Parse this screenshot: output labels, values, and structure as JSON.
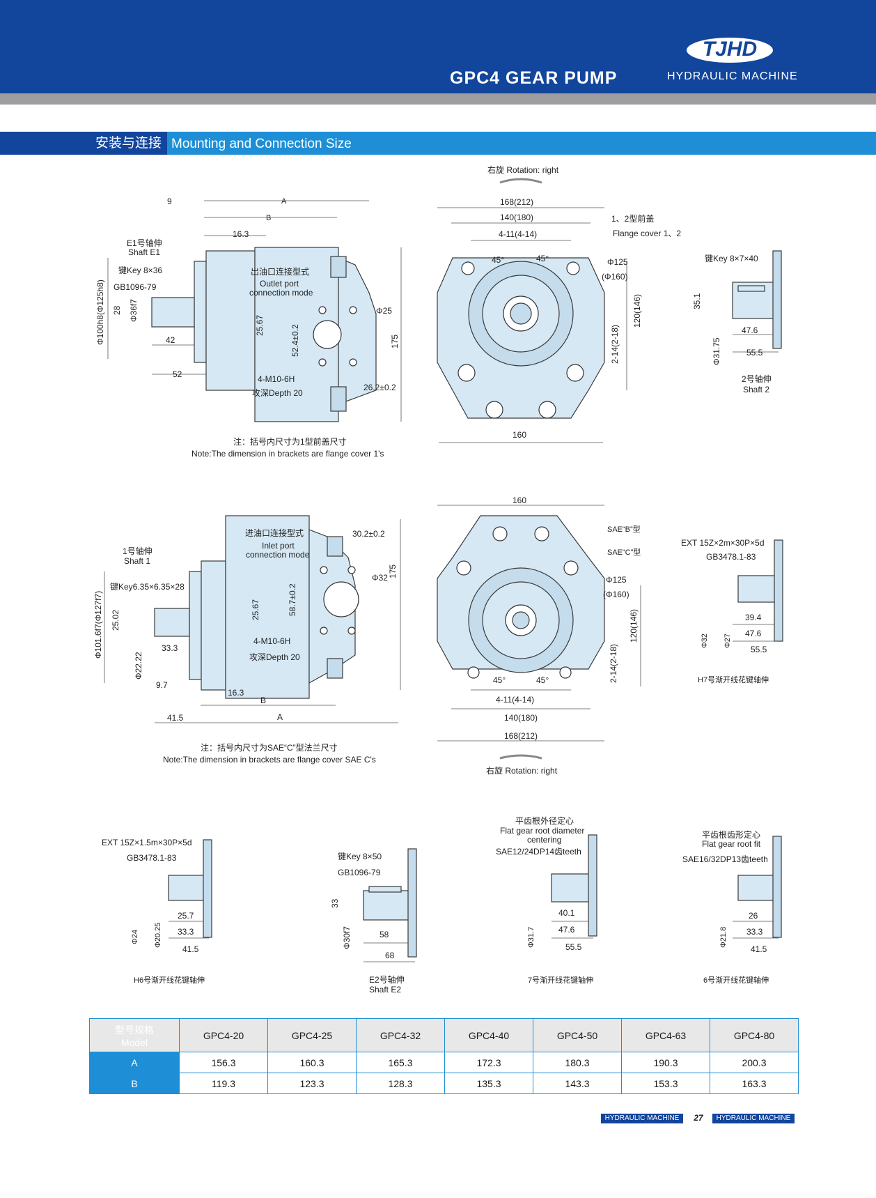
{
  "header": {
    "title": "GPC4 GEAR PUMP",
    "logo_text": "TJHD",
    "logo_subtitle": "HYDRAULIC MACHINE"
  },
  "section": {
    "title_cn": "安装与连接",
    "title_en": "Mounting and Connection Size"
  },
  "drawing1": {
    "labels": [
      "9",
      "A",
      "B",
      "16.3",
      "E1号轴伸",
      "Shaft E1",
      "键Key 8×36",
      "GB1096-79",
      "Φ100h8(Φ125h8)",
      "28",
      "Φ36f7",
      "42",
      "52",
      "出油口连接型式",
      "Outlet port",
      "connection mode",
      "25.67",
      "52.4±0.2",
      "Φ25",
      "175",
      "4-M10-6H",
      "攻深Depth 20",
      "26.2±0.2"
    ],
    "note_cn": "注：括号内尺寸为1型前盖尺寸",
    "note_en": "Note:The dimension in brackets are flange cover 1's"
  },
  "drawing2": {
    "labels": [
      "右旋  Rotation: right",
      "168(212)",
      "140(180)",
      "4-11(4-14)",
      "1、2型前盖",
      "Flange cover 1、2",
      "45°",
      "45°",
      "Φ125",
      "(Φ160)",
      "120(146)",
      "2-14(2-18)",
      "160"
    ]
  },
  "shaft2": {
    "labels": [
      "键Key 8×7×40",
      "35.1",
      "Φ31.75",
      "47.6",
      "55.5",
      "2号轴伸",
      "Shaft 2"
    ]
  },
  "drawing3": {
    "labels": [
      "1号轴伸",
      "Shaft 1",
      "键Key6.35×6.35×28",
      "Φ101.6f7(Φ127f7)",
      "25.02",
      "Φ22.22",
      "33.3",
      "9.7",
      "16.3",
      "B",
      "41.5",
      "A",
      "进油口连接型式",
      "Inlet port",
      "connection mode",
      "30.2±0.2",
      "Φ32",
      "25.67",
      "58.7±0.2",
      "175",
      "4-M10-6H",
      "攻深Depth 20"
    ],
    "note_cn": "注：括号内尺寸为SAE“C”型法兰尺寸",
    "note_en": "Note:The dimension in brackets are flange cover SAE C's"
  },
  "drawing4": {
    "labels": [
      "160",
      "SAE“B”型",
      "SAE“C”型",
      "Φ125",
      "(Φ160)",
      "120(146)",
      "2-14(2-18)",
      "45°",
      "45°",
      "4-11(4-14)",
      "140(180)",
      "168(212)",
      "右旋  Rotation: right"
    ]
  },
  "shaftH7": {
    "labels": [
      "EXT  15Z×2m×30P×5d",
      "GB3478.1-83",
      "Φ32",
      "Φ27",
      "39.4",
      "47.6",
      "55.5",
      "H7号渐开线花键轴伸"
    ]
  },
  "shaftH6": {
    "labels": [
      "EXT  15Z×1.5m×30P×5d",
      "GB3478.1-83",
      "Φ24",
      "Φ20.25",
      "25.7",
      "33.3",
      "41.5",
      "H6号渐开线花键轴伸"
    ]
  },
  "shaftE2": {
    "labels": [
      "键Key 8×50",
      "GB1096-79",
      "33",
      "Φ30f7",
      "58",
      "68",
      "E2号轴伸",
      "Shaft E2"
    ]
  },
  "shaft7": {
    "labels": [
      "平齿根外径定心",
      "Flat gear root diameter",
      "centering",
      "SAE12/24DP14齿teeth",
      "Φ31.7",
      "40.1",
      "47.6",
      "55.5",
      "7号渐开线花键轴伸"
    ]
  },
  "shaft6": {
    "labels": [
      "平齿根齿形定心",
      "Flat gear root fit",
      "SAE16/32DP13齿teeth",
      "Φ21.8",
      "26",
      "33.3",
      "41.5",
      "6号渐开线花键轴伸"
    ]
  },
  "spec_table": {
    "model_label_cn": "型号规格",
    "model_label_en": "Model",
    "models": [
      "GPC4-20",
      "GPC4-25",
      "GPC4-32",
      "GPC4-40",
      "GPC4-50",
      "GPC4-63",
      "GPC4-80"
    ],
    "rows": [
      {
        "label": "A",
        "values": [
          "156.3",
          "160.3",
          "165.3",
          "172.3",
          "180.3",
          "190.3",
          "200.3"
        ]
      },
      {
        "label": "B",
        "values": [
          "119.3",
          "123.3",
          "128.3",
          "135.3",
          "143.3",
          "153.3",
          "163.3"
        ]
      }
    ]
  },
  "footer": {
    "left": "HYDRAULIC MACHINE",
    "page": "27",
    "right": "HYDRAULIC MACHINE"
  },
  "colors": {
    "header_blue": "#12459c",
    "section_blue": "#1e8fd6",
    "part_fill": "#d5e8f4"
  }
}
